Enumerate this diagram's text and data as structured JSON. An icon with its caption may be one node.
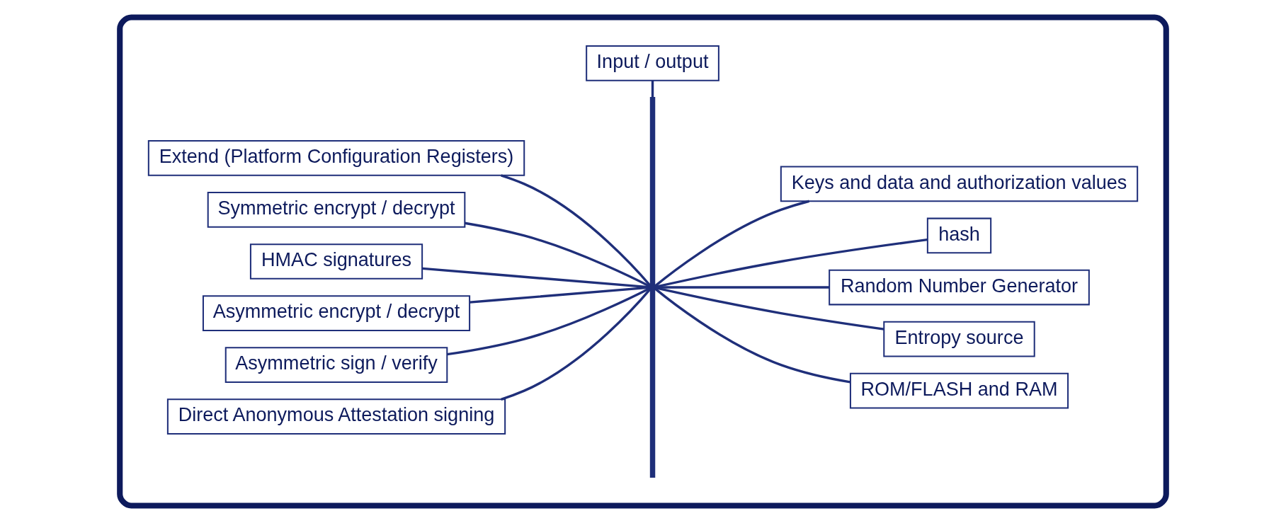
{
  "diagram": {
    "nodes": [
      {
        "text": [],
        "shape": "box"
      },
      {
        "text": [
          "Extend (Platform Configuration Registers)"
        ],
        "in": 0
      },
      {
        "text": [
          "ROM/FLASH and RAM"
        ],
        "in": 0
      },
      {
        "text": [
          "Symmetric encrypt / decrypt"
        ],
        "in": 0
      },
      {
        "text": [
          "Entropy source"
        ],
        "in": 0
      },
      {
        "text": [
          "HMAC signatures"
        ],
        "in": 0
      },
      {
        "text": [
          "Random Number Generator"
        ],
        "in": 0
      },
      {
        "text": [
          "Asymmetric encrypt / decrypt"
        ],
        "in": 0
      },
      {
        "text": [
          "hash"
        ],
        "in": 0
      },
      {
        "text": [
          "Asymmetric sign / verify"
        ],
        "in": 0
      },
      {
        "text": [
          "Keys and data and authorization values"
        ],
        "in": 0
      },
      {
        "text": [
          "Direct Anonymous Attestation signing"
        ],
        "in": 0
      },
      {
        "text": [],
        "shape": "bar",
        "in": 0
      },
      {
        "text": [
          "Input / output"
        ],
        "in": 0
      }
    ],
    "edges": [
      {
        "from": 1,
        "to": 12,
        "arrow": "none"
      },
      {
        "from": 12,
        "to": 2,
        "arrow": "none"
      },
      {
        "from": 3,
        "to": 12,
        "arrow": "none"
      },
      {
        "from": 12,
        "to": 4,
        "arrow": "none"
      },
      {
        "from": 5,
        "to": 12,
        "arrow": "none"
      },
      {
        "from": 12,
        "to": 6,
        "arrow": "none"
      },
      {
        "from": 7,
        "to": 12,
        "arrow": "none"
      },
      {
        "from": 12,
        "to": 8,
        "arrow": "none"
      },
      {
        "from": 9,
        "to": 12,
        "arrow": "none"
      },
      {
        "from": 12,
        "to": 10,
        "arrow": "none"
      },
      {
        "from": 11,
        "to": 12,
        "arrow": "none"
      },
      {
        "from": 12,
        "to": 13,
        "arrow": "none"
      }
    ]
  }
}
